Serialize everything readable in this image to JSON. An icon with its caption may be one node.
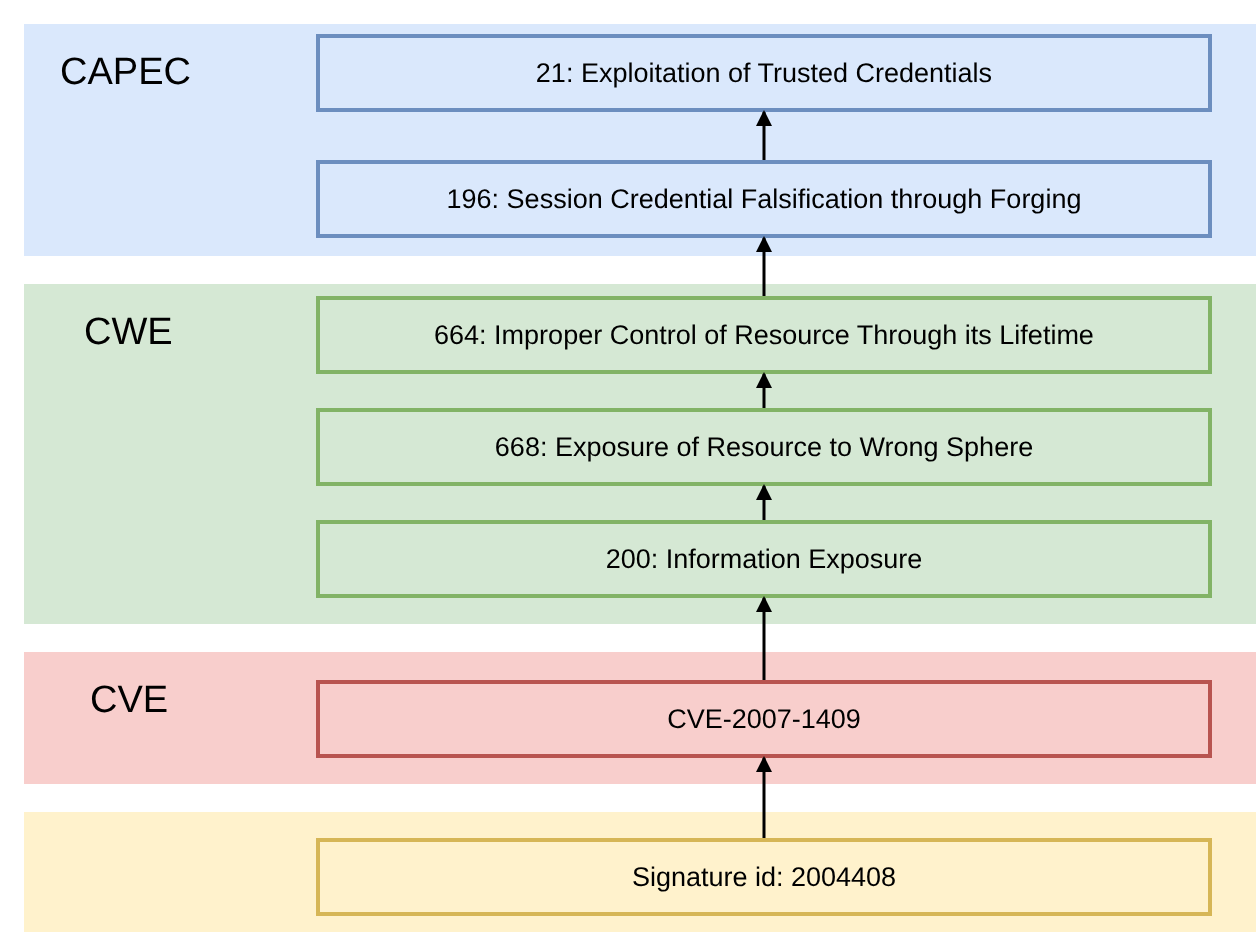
{
  "diagram": {
    "nodes": [
      {
        "text": [
          "CAPEC"
        ]
      },
      {
        "text": [
          "21: Exploitation of Trusted Credentials"
        ],
        "in": 0
      },
      {
        "text": [
          "196: Session Credential Falsification through Forging"
        ],
        "in": 0
      },
      {
        "text": [
          "CWE"
        ]
      },
      {
        "text": [
          "664: Improper Control of Resource Through its Lifetime"
        ],
        "in": 3
      },
      {
        "text": [
          "668: Exposure of Resource to Wrong Sphere"
        ],
        "in": 3
      },
      {
        "text": [
          "200: Information Exposure"
        ],
        "in": 3
      },
      {
        "text": [
          "CVE"
        ]
      },
      {
        "text": [
          "CVE-2007-1409"
        ],
        "in": 7
      },
      {
        "text": [],
        "shape": "box"
      },
      {
        "text": [
          "Signature id: 2004408"
        ],
        "in": 9
      }
    ],
    "edges": [
      {
        "from": 10,
        "to": 8,
        "arrow": "to"
      },
      {
        "from": 8,
        "to": 6,
        "arrow": "to"
      },
      {
        "from": 6,
        "to": 5,
        "arrow": "to"
      },
      {
        "from": 5,
        "to": 4,
        "arrow": "to"
      },
      {
        "from": 4,
        "to": 2,
        "arrow": "to"
      },
      {
        "from": 2,
        "to": 1,
        "arrow": "to"
      }
    ]
  }
}
